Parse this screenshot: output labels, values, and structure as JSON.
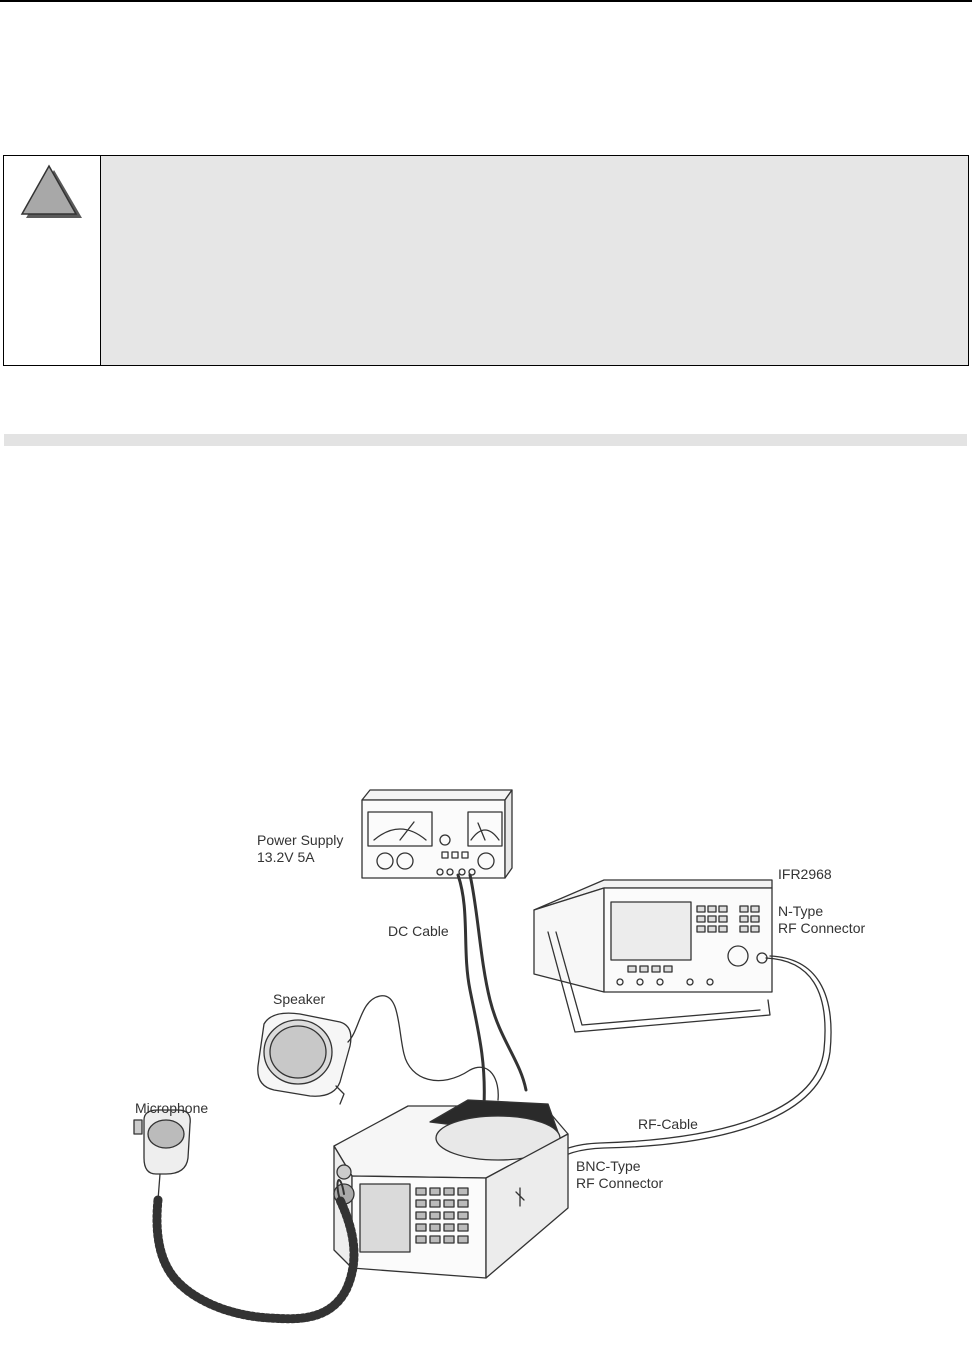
{
  "caution": {
    "icon": "caution-triangle-icon"
  },
  "figure": {
    "labels": {
      "power_supply": [
        "Power Supply",
        "13.2V  5A"
      ],
      "dc_cable": "DC Cable",
      "test_set": "IFR2968",
      "n_type": [
        "N-Type",
        "RF Connector"
      ],
      "speaker": "Speaker",
      "microphone": "Microphone",
      "rf_cable": "RF-Cable",
      "bnc_type": [
        "BNC-Type",
        "RF Connector"
      ]
    }
  }
}
